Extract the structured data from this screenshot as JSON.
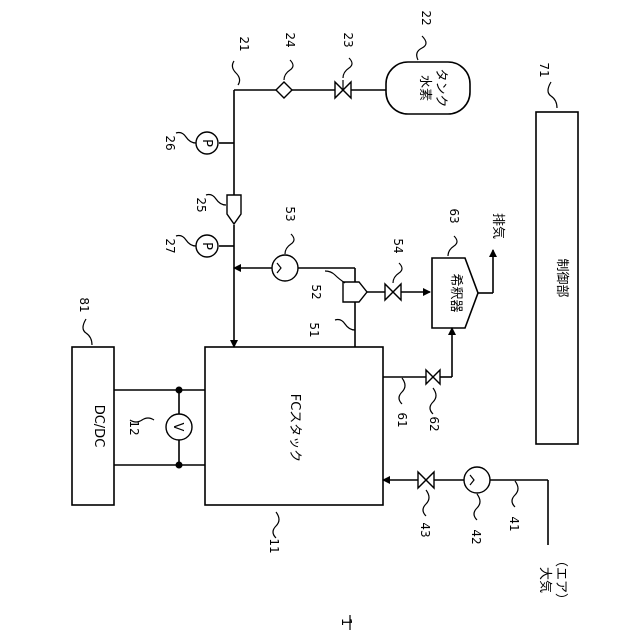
{
  "figure": {
    "figure_number": "1",
    "components": {
      "fc_stack": "FCスタック",
      "hydrogen_tank": "水素タンク",
      "dcdc": "DC/DC",
      "controller": "制御部",
      "diluter": "希釈器",
      "exhaust": "排気",
      "atmosphere": "大気（エア）",
      "pressure_sensor_symbol": "P",
      "voltmeter_symbol": "V"
    },
    "refs": {
      "r11": "11",
      "r12": "12",
      "r21": "21",
      "r22": "22",
      "r23": "23",
      "r24": "24",
      "r25": "25",
      "r26": "26",
      "r27": "27",
      "r41": "41",
      "r42": "42",
      "r43": "43",
      "r51": "51",
      "r52": "52",
      "r53": "53",
      "r54": "54",
      "r61": "61",
      "r62": "62",
      "r63": "63",
      "r71": "71",
      "r81": "81"
    }
  }
}
